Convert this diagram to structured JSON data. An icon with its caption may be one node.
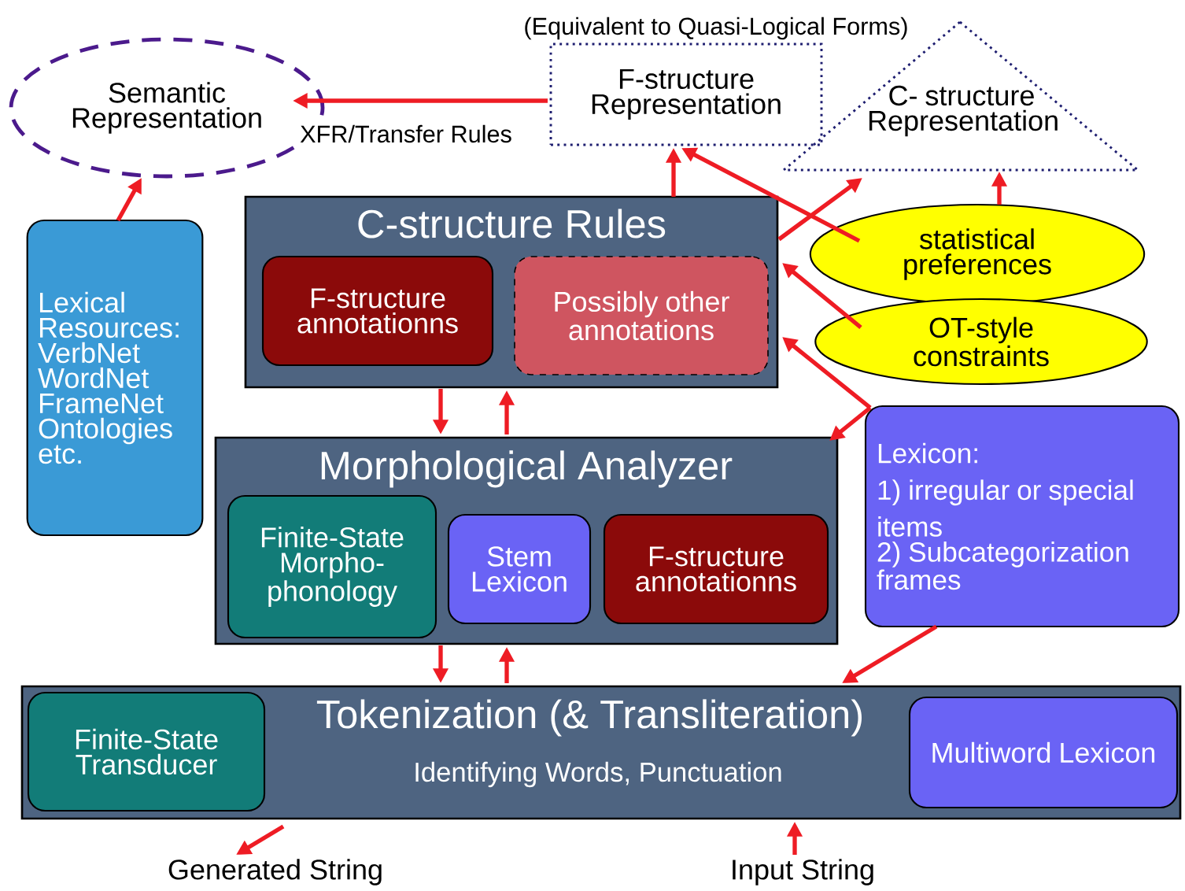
{
  "diagram": {
    "nodes": [
      {
        "text": [
          "Semantic Representation"
        ]
      },
      {
        "text": [
          "F-structure Representation"
        ],
        "beside": [
          "(Equivalent to Quasi-Logical Forms)"
        ]
      },
      {
        "text": [
          "C- structure Representation"
        ]
      },
      {
        "text": [
          "Lexical Resources: VerbNet WordNet FrameNet Ontologies etc."
        ]
      },
      {
        "text": [
          "C-structure Rules"
        ]
      },
      {
        "text": [
          "F-structure annotationns"
        ],
        "in": 4
      },
      {
        "text": [
          "Possibly other annotations"
        ],
        "in": 4
      },
      {
        "text": [
          "statistical preferences"
        ]
      },
      {
        "text": [
          "OT-style constraints"
        ]
      },
      {
        "text": [
          "Morphological Analyzer"
        ]
      },
      {
        "text": [
          "Finite-State Morpho- phonology"
        ],
        "in": 9
      },
      {
        "text": [
          "Stem Lexicon"
        ],
        "in": 9
      },
      {
        "text": [
          "F-structure annotationns"
        ],
        "in": 9
      },
      {
        "text": [
          "Lexicon:",
          "1) irregular or special items",
          "2) Subcategorization frames"
        ]
      },
      {
        "text": [
          "Tokenization (& Transliteration)",
          "Identifying Words, Punctuation"
        ]
      },
      {
        "text": [
          "Finite-State Transducer"
        ],
        "in": 14
      },
      {
        "text": [
          "Multiword Lexicon"
        ],
        "in": 14
      },
      {
        "text": [
          "Generated String"
        ]
      },
      {
        "text": [
          "Input String"
        ]
      }
    ],
    "edges": [
      {
        "from": 1,
        "to": 0,
        "arrow": "to",
        "label": "XFR/Transfer Rules"
      },
      {
        "from": 3,
        "to": 0,
        "arrow": "to"
      },
      {
        "from": 4,
        "to": 1,
        "arrow": "to"
      },
      {
        "from": 7,
        "to": 1,
        "arrow": "to"
      },
      {
        "from": 4,
        "to": 2,
        "arrow": "to"
      },
      {
        "from": 7,
        "to": 2,
        "arrow": "to"
      },
      {
        "from": 8,
        "to": 4,
        "arrow": "to"
      },
      {
        "from": 13,
        "to": 4,
        "arrow": "to"
      },
      {
        "from": 13,
        "to": 9,
        "arrow": "to"
      },
      {
        "from": 4,
        "to": 9,
        "arrow": "to"
      },
      {
        "from": 9,
        "to": 4,
        "arrow": "to"
      },
      {
        "from": 9,
        "to": 14,
        "arrow": "to"
      },
      {
        "from": 14,
        "to": 9,
        "arrow": "to"
      },
      {
        "from": 13,
        "to": 14,
        "arrow": "to"
      },
      {
        "from": 14,
        "to": 17,
        "arrow": "to"
      },
      {
        "from": 18,
        "to": 14,
        "arrow": "to"
      }
    ]
  }
}
